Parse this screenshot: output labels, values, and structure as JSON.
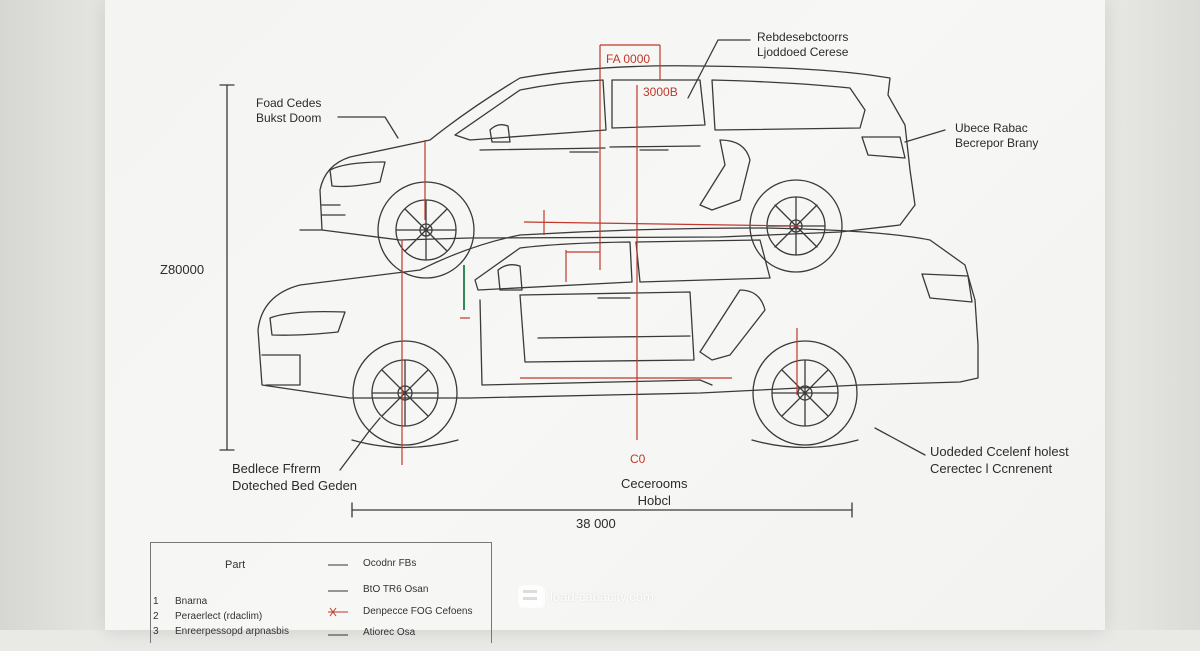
{
  "labels": {
    "top_right_1": "Rebdesebctoorrs",
    "top_right_2": "Ljoddoed Cerese",
    "top_left_1": "Foad Cedes",
    "top_left_2": "Bukst Doom",
    "right_1": "Ubece Rabac",
    "right_2": "Becrepor Brany",
    "red_top": "FA 0000",
    "red_second": "3000B",
    "left_dimension": "Z80000",
    "bottom_left_1": "Bedlece Ffrerm",
    "bottom_left_2": "Doteched Bed Geden",
    "bottom_right_1": "Uodeded Ccelenf holest",
    "bottom_right_2": "Cerectec l Ccnrenent",
    "center_red": "C0",
    "center_1": "Cecerooms",
    "center_2": "Hobcl",
    "bottom_dimension": "38 000"
  },
  "legend": {
    "header": "Part",
    "row1_num": "1",
    "row1_text": "Bnarna",
    "row2_num": "2",
    "row2_text": "Peraerlect (rdaclim)",
    "row3_num": "3",
    "row3_text": "Enreerpessopd arpnasbis",
    "key1": "Ocodnr FBs",
    "key2": "BtO TR6 Osan",
    "key3": "Denpecce FOG Cefoens",
    "key4": "Atiorec Osa"
  },
  "watermark": {
    "text": "load-capacity.com",
    "icon": "truck-icon"
  },
  "colors": {
    "line": "#3a3a3a",
    "accent_red": "#c0392b",
    "accent_green": "#2e8b57",
    "paper": "#f5f5f3"
  }
}
